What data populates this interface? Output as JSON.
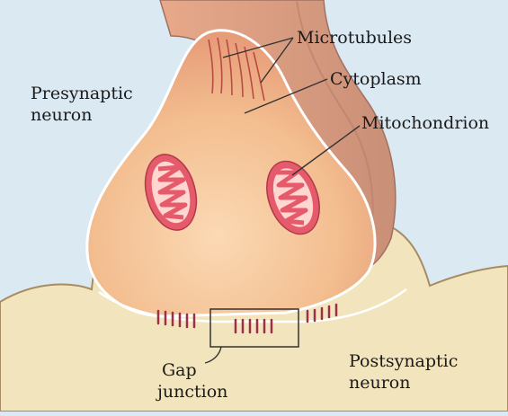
{
  "labels": {
    "microtubules": "Microtubules",
    "cytoplasm": "Cytoplasm",
    "mitochondrion": "Mitochondrion",
    "presynaptic_line1": "Presynaptic",
    "presynaptic_line2": "neuron",
    "gap_line1": "Gap",
    "gap_line2": "junction",
    "postsynaptic_line1": "Postsynaptic",
    "postsynaptic_line2": "neuron"
  },
  "colors": {
    "background": "#dbe9f3",
    "postsynaptic": "#f2e5bd",
    "terminal": "#f0b78a",
    "axon": "#d99a7e",
    "mitochondrion_outer": "#e65b6c",
    "mitochondrion_inner": "#ffd6d0",
    "microtubule": "#b03a3a",
    "junction": "#9c2f4a",
    "outline": "#ffffff",
    "leader": "#333333"
  }
}
